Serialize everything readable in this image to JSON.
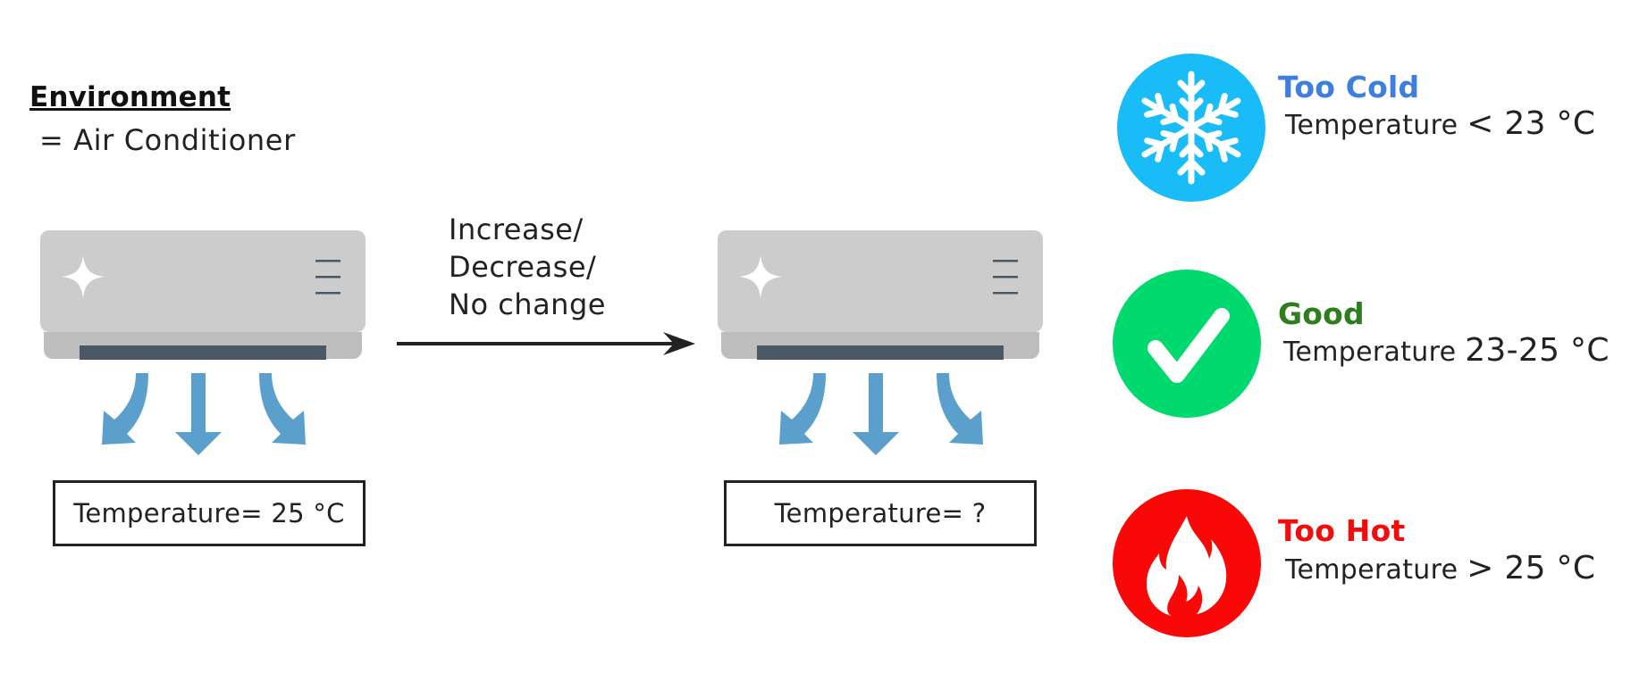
{
  "environment": {
    "heading": "Environment",
    "subtitle": "= Air Conditioner"
  },
  "states": {
    "current": {
      "temperature_label": "Temperature= 25 °C"
    },
    "next": {
      "temperature_label": "Temperature= ?"
    }
  },
  "action": {
    "line1": "Increase/",
    "line2": "Decrease/",
    "line3": "No change"
  },
  "legend": [
    {
      "title": "Too Cold",
      "desc_prefix": "Temperature",
      "desc_value": "< 23 °C",
      "title_color": "#3d7fe0",
      "icon_color": "#1abcf7",
      "icon": "snowflake-icon"
    },
    {
      "title": "Good",
      "desc_prefix": "Temperature",
      "desc_value": "23-25 °C",
      "title_color": "#2e7d1e",
      "icon_color": "#00d96d",
      "icon": "checkmark-icon"
    },
    {
      "title": "Too Hot",
      "desc_prefix": "Temperature",
      "desc_value": "> 25 °C",
      "title_color": "#f20d0d",
      "icon_color": "#f90808",
      "icon": "flame-icon"
    }
  ],
  "colors": {
    "ac_body": "#cccccc",
    "ac_vent": "#4a5866",
    "airflow_arrow": "#5b9fcc",
    "action_arrow": "#222222"
  }
}
